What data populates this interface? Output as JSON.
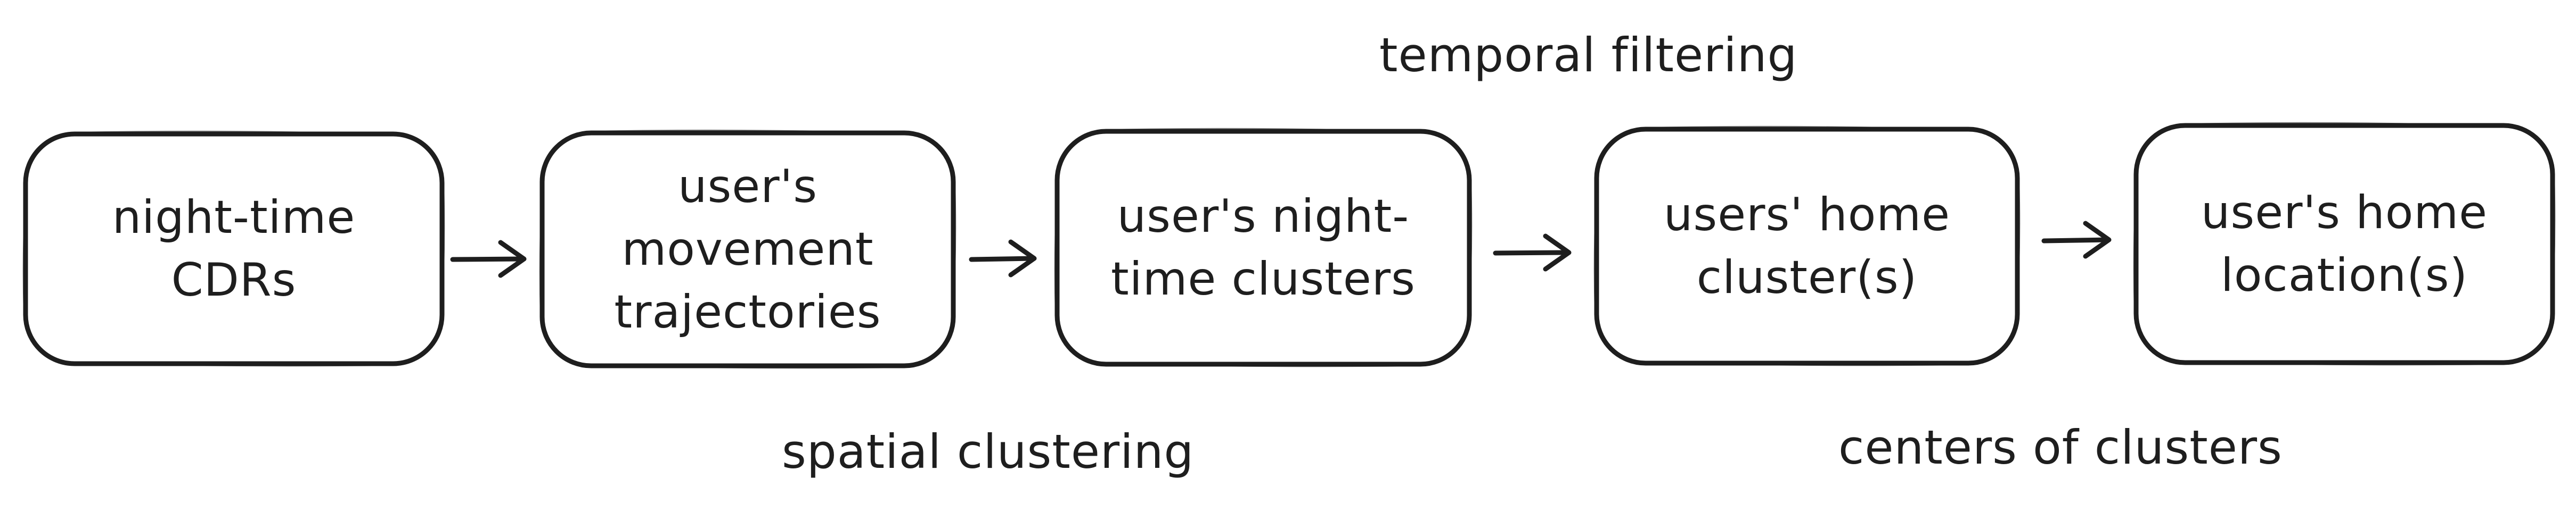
{
  "nodes": [
    {
      "id": "night-time-cdrs",
      "label": "night-time\nCDRs"
    },
    {
      "id": "movement-trajectories",
      "label": "user's\nmovement\ntrajectories"
    },
    {
      "id": "night-time-clusters",
      "label": "user's night-\ntime clusters"
    },
    {
      "id": "home-clusters",
      "label": "users' home\ncluster(s)"
    },
    {
      "id": "home-locations",
      "label": "user's home\nlocation(s)"
    }
  ],
  "edges": [
    {
      "from": "night-time-cdrs",
      "to": "movement-trajectories"
    },
    {
      "from": "movement-trajectories",
      "to": "night-time-clusters"
    },
    {
      "from": "night-time-clusters",
      "to": "home-clusters"
    },
    {
      "from": "home-clusters",
      "to": "home-locations"
    }
  ],
  "annotations": {
    "spatial": "spatial clustering",
    "temporal": "temporal filtering",
    "centers": "centers of clusters"
  },
  "colors": {
    "stroke": "#1e1e1e",
    "background": "#ffffff"
  }
}
